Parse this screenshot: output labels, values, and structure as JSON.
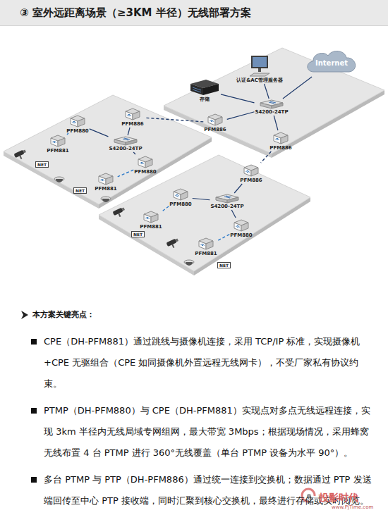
{
  "diagram": {
    "title": "③ 室外远距离场景（≥3KM 半径）无线部署方案",
    "nodes": [
      {
        "text": [
          "Internet"
        ]
      },
      {
        "text": [
          "认证&AC管理服务器"
        ]
      },
      {
        "text": [
          "存储"
        ]
      },
      {
        "text": [
          "S4200-24TP"
        ]
      },
      {
        "text": [
          "PFM886"
        ]
      },
      {
        "text": [
          "PFM886"
        ]
      },
      {
        "text": [
          "PFM880"
        ]
      },
      {
        "text": [
          "PFM886"
        ]
      },
      {
        "text": [
          "PFM881"
        ]
      },
      {
        "text": [
          "S4200-24TP"
        ]
      },
      {
        "text": [
          "PFM880"
        ]
      },
      {
        "text": [
          "PFM881"
        ]
      },
      {
        "text": [
          "PFM886"
        ]
      },
      {
        "text": [
          "PFM880"
        ]
      },
      {
        "text": [
          "S4200-24TP"
        ]
      },
      {
        "text": [
          "PFM881"
        ]
      },
      {
        "text": [
          "PFM880"
        ]
      },
      {
        "text": [
          "PFM881"
        ]
      }
    ],
    "edges": [
      {
        "from": 0,
        "to": 3,
        "arrow": "none"
      },
      {
        "from": 1,
        "to": 3,
        "arrow": "none"
      },
      {
        "from": 2,
        "to": 3,
        "arrow": "none"
      },
      {
        "from": 3,
        "to": 4,
        "arrow": "none"
      },
      {
        "from": 3,
        "to": 5,
        "arrow": "none"
      },
      {
        "from": 4,
        "to": 7,
        "arrow": "none"
      },
      {
        "from": 5,
        "to": 12,
        "arrow": "none"
      },
      {
        "from": 7,
        "to": 9,
        "arrow": "none"
      },
      {
        "from": 9,
        "to": 6,
        "arrow": "none"
      },
      {
        "from": 9,
        "to": 10,
        "arrow": "none"
      },
      {
        "from": 6,
        "to": 8,
        "arrow": "none"
      },
      {
        "from": 10,
        "to": 11,
        "arrow": "none"
      },
      {
        "from": 12,
        "to": 14,
        "arrow": "none"
      },
      {
        "from": 14,
        "to": 13,
        "arrow": "none"
      },
      {
        "from": 14,
        "to": 16,
        "arrow": "none"
      },
      {
        "from": 13,
        "to": 15,
        "arrow": "none"
      },
      {
        "from": 16,
        "to": 17,
        "arrow": "none"
      }
    ],
    "labels": [
      "NET",
      "NET",
      "NET",
      "NET",
      "本方案关键亮点：",
      "CPE（DH-PFM881）通过跳线与摄像机连接，采用 TCP/IP 标准，实现摄像机+CPE 无驱组合（CPE 如同摄像机外置远程无线网卡），不受厂家私有协议约束。",
      "PTMP（DH-PFM880）与 CPE（DH-PFM881）实现点对多点无线远程连接，实现 3km 半径内无线局域专网组网，最大带宽 3Mbps；根据现场情况，采用蜂窝无线布置 4 台 PTMP 进行 360°无线覆盖（单台 PTMP 设备为水平 90°）。",
      "多台 PTMP 与 PTP（DH-PFM886）通过统一连接到交换机；数据通过 PTP 发送端回传至中心 PTP 接收端，同时汇聚到核心交换机，最终进行存储或实时阅览。",
      "投影时代",
      "www.PjTime.com"
    ]
  }
}
